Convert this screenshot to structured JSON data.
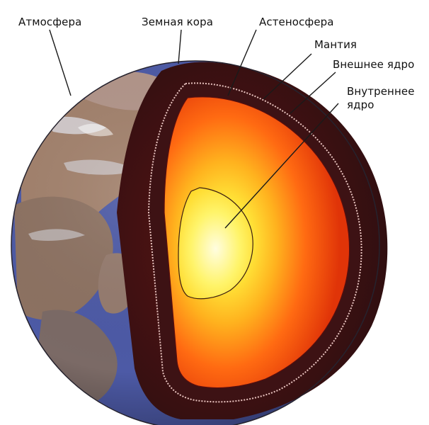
{
  "labels": {
    "atmosphere": "Атмосфера",
    "crust": "Земная кора",
    "asthenosphere": "Астеносфера",
    "mantle": "Мантия",
    "outer_core": "Внешнее ядро",
    "inner_core_line1": "Внутреннее",
    "inner_core_line2": "ядро"
  },
  "colors": {
    "ocean": "#4c5aa8",
    "land": "#9a7a66",
    "crust": "#2e1e1e",
    "outer_core": "#f25a12",
    "inner_core": "#fff04a",
    "leader_lines": "#1a1a1a"
  }
}
